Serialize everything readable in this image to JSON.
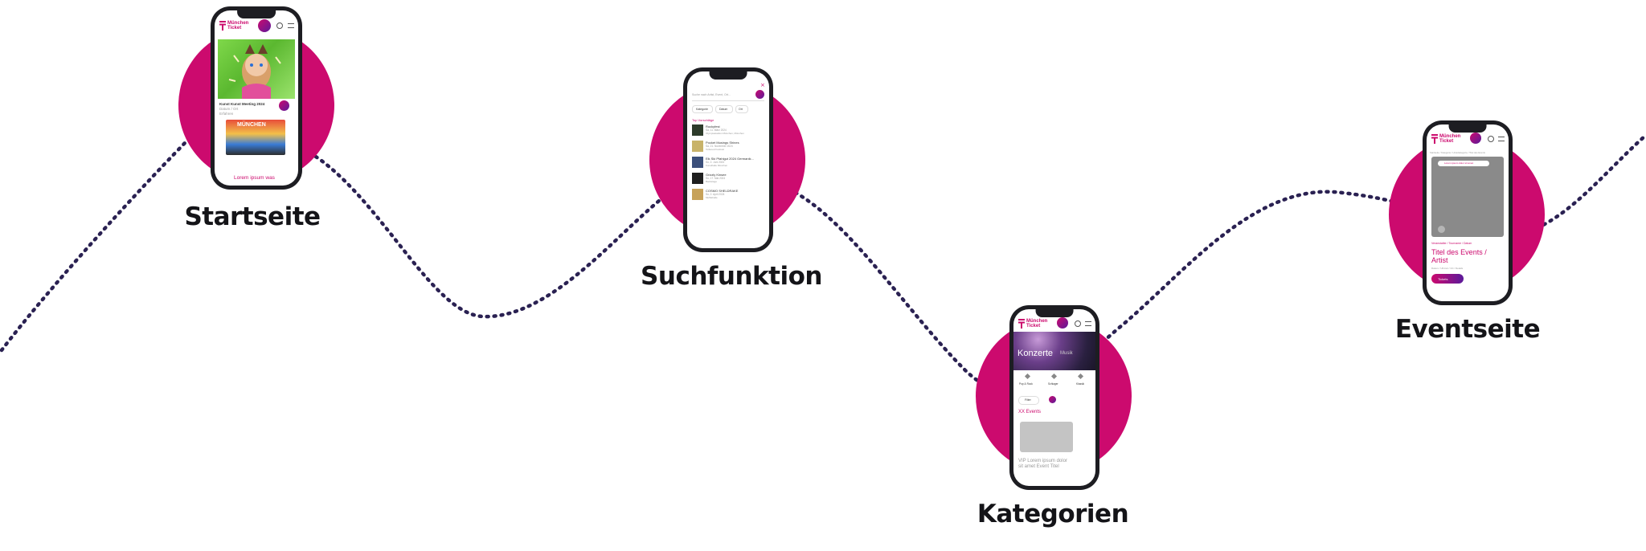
{
  "steps": {
    "startseite": "Startseite",
    "suchfunktion": "Suchfunktion",
    "kategorien": "Kategorien",
    "eventseite": "Eventseite"
  },
  "brand": {
    "line1": "München",
    "line2": "Ticket",
    "accent": "#cc0a6e",
    "accent2": "#5b1a9a"
  },
  "startseite_screen": {
    "hero_title": "Kunst Kunst Meeting 2024",
    "hero_sub1": "Datum / Ort",
    "hero_sub2": "Erfahren",
    "poster_text": "MÜNCHEN",
    "footer_link": "Lorem ipsum was"
  },
  "suche_screen": {
    "search_placeholder": "Suche nach Artist, Event, Ort...",
    "filters": [
      "Kategorie",
      "Datum",
      "Ort"
    ],
    "section_title": "Top Vorschläge",
    "results": [
      {
        "title": "Rockyfest",
        "date": "Sa, 11. März 2024",
        "meta": "Olympiastadion München, München"
      },
      {
        "title": "Pocket Musings Shines",
        "date": "Sa, 21. November 2024",
        "meta": "Tollwood Festival"
      },
      {
        "title": "Elk Ski Pfahlgut 2024 Germanik...",
        "date": "So, 2. Juni 2024",
        "meta": "Kunsthalle München"
      },
      {
        "title": "Grizzly Kinsee",
        "date": "So, 17. Mai 2024",
        "meta": "Backstage"
      },
      {
        "title": "COSMO SHELDRAKE",
        "date": "So, 2. April 2024",
        "meta": "Muffathalle"
      }
    ]
  },
  "kategorien_screen": {
    "banner_title": "Konzerte",
    "banner_sub": "Musik",
    "categories": [
      "Pop & Rock",
      "Schlager",
      "Klassik"
    ],
    "filter_label": "Filter",
    "count_label": "XX Events",
    "card_text": "VIP Lorem ipsum dolor sit amet Event Titel"
  },
  "event_screen": {
    "breadcrumb": "Startseite / Kategorie / Unterkategorie / Titel des Events",
    "badge": "Lorem ipsum dolor sit amet",
    "organizer": "Veranstalter / Tourname / Datum",
    "title": "Titel des Events / Artist",
    "meta": "Datum / Uhrzeit / Ort / Details",
    "cta": "Tickets"
  }
}
